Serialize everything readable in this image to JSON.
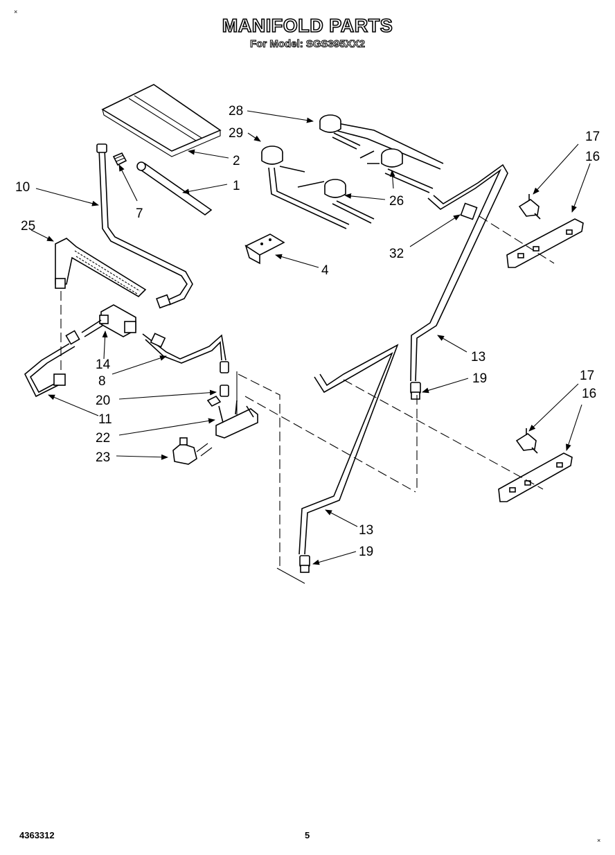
{
  "header": {
    "title": "MANIFOLD PARTS",
    "subtitle": "For Model: SGS395XX2"
  },
  "corner_marks": {
    "top_left": "×",
    "bottom_right": "×"
  },
  "footer": {
    "doc_number": "4363312",
    "page_number": "5"
  },
  "callouts": {
    "c28": "28",
    "c29": "29",
    "c2": "2",
    "c1": "1",
    "c10": "10",
    "c7": "7",
    "c17a": "17",
    "c16a": "16",
    "c26": "26",
    "c25": "25",
    "c4": "4",
    "c32": "32",
    "c14": "14",
    "c8": "8",
    "c13a": "13",
    "c19a": "19",
    "c20": "20",
    "c11": "11",
    "c22": "22",
    "c23": "23",
    "c17b": "17",
    "c16b": "16",
    "c13b": "13",
    "c19b": "19"
  }
}
